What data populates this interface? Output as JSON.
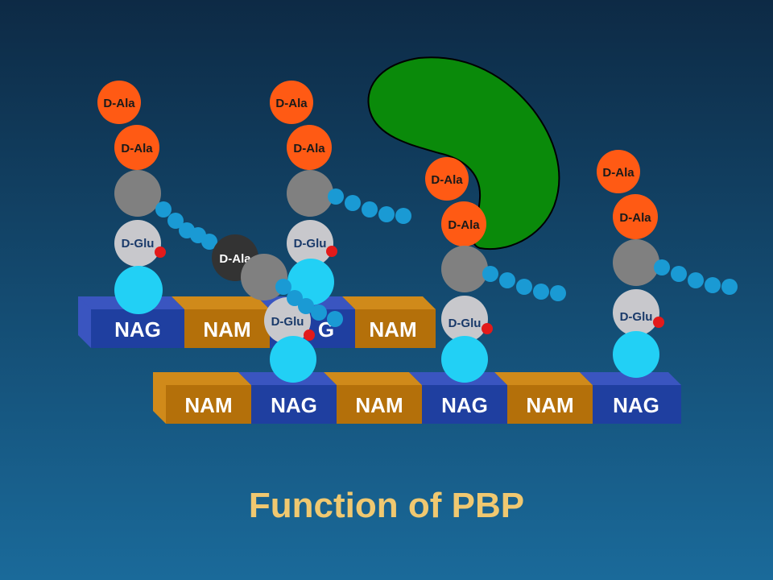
{
  "title": "Function of PBP",
  "labels": {
    "nag": "NAG",
    "nam": "NAM",
    "dala": "D-Ala",
    "dglu": "D-Glu",
    "nag_partial": "G"
  },
  "back_chain": [
    "NAG",
    "NAM",
    "G",
    "NAM"
  ],
  "front_chain": [
    "NAM",
    "NAG",
    "NAM",
    "NAG",
    "NAM",
    "NAG"
  ],
  "colors": {
    "background_top": "#0d2a45",
    "background_bottom": "#1a6a9a",
    "nag_block": "#1f3fa0",
    "nam_block": "#b4700a",
    "dala": "#ff5a14",
    "dala_dark": "#333333",
    "dglu": "#c8c8cc",
    "lysine": "#808080",
    "sugar_ball": "#22d0f5",
    "pentaglycine": "#1a9ad4",
    "pbp_enzyme": "#0a8a0a",
    "title": "#f0c870"
  }
}
